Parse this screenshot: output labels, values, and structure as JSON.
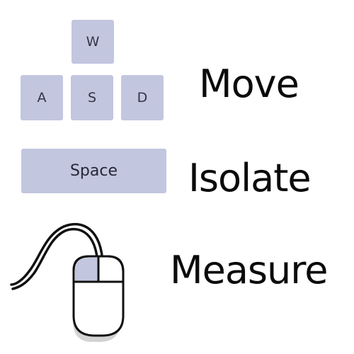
{
  "controls": {
    "movement_keys": {
      "up": "W",
      "left": "A",
      "down": "S",
      "right": "D",
      "action_label": "Move"
    },
    "isolate": {
      "key": "Space",
      "action_label": "Isolate"
    },
    "measure": {
      "input_icon": "mouse-left-click-icon",
      "action_label": "Measure"
    }
  },
  "colors": {
    "key_fill": "#c3c6df",
    "key_text": "#333644",
    "label_text": "#0b0b0b",
    "mouse_highlight": "#c3c6df"
  }
}
